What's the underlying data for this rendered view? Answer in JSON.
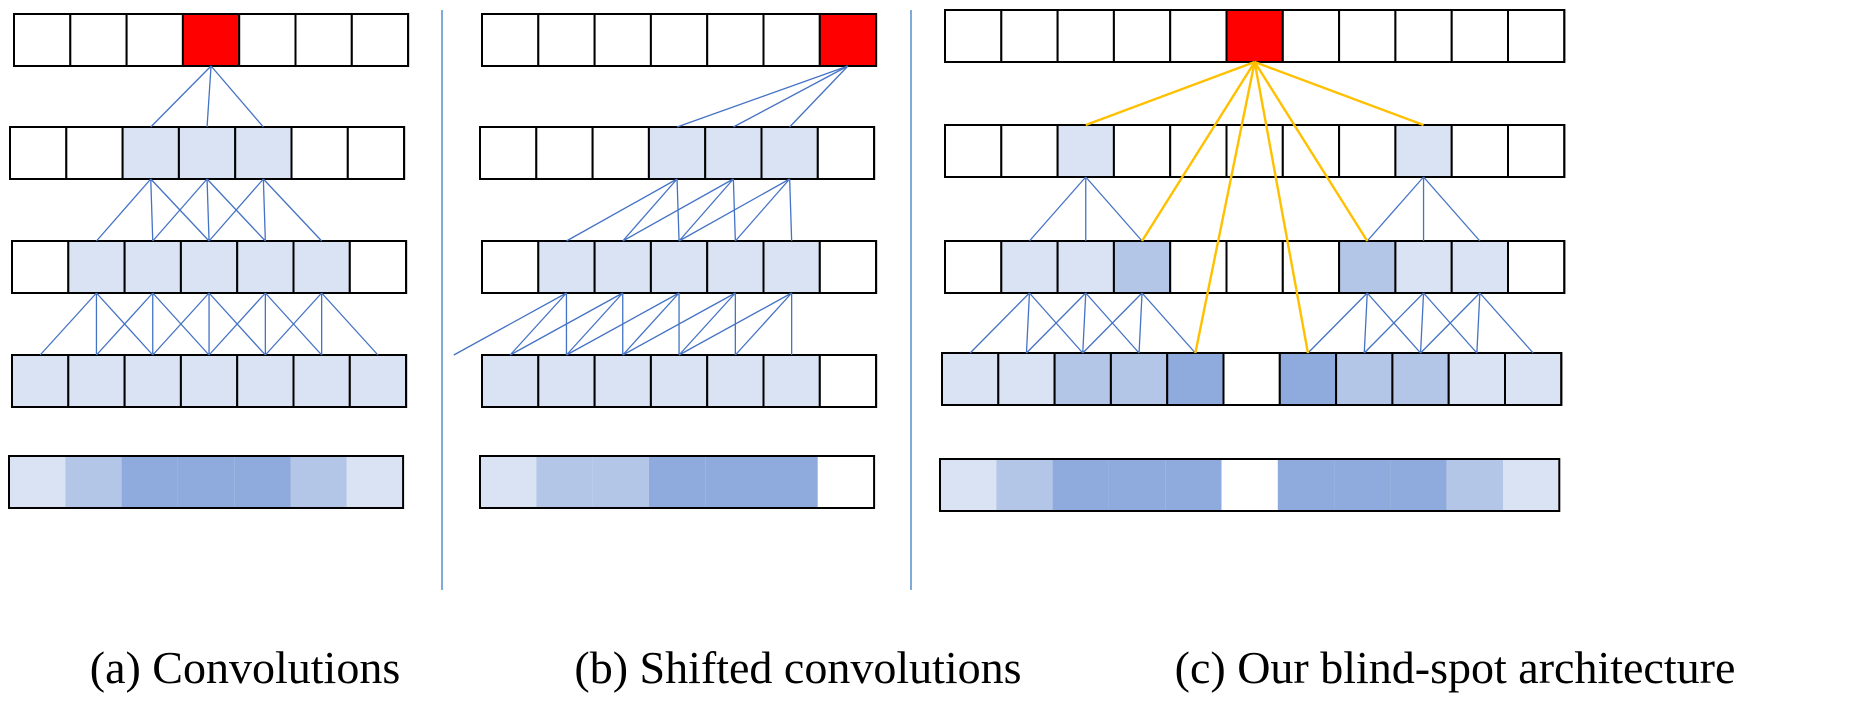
{
  "panels": [
    {
      "caption": "(a) Convolutions"
    },
    {
      "caption": "(b) Shifted convolutions"
    },
    {
      "caption": "(c) Our blind-spot architecture"
    }
  ],
  "colors": {
    "red": "#ff0000",
    "light": "#dae3f3",
    "mid": "#b4c6e7",
    "dark": "#8faadc",
    "blue_line": "#4472c4",
    "gold_line": "#ffc000",
    "divider": "#4a86c8",
    "outline": "#000000",
    "empty": "#ffffff"
  },
  "legend": "w=empty, r=red target pixel, l=light, m=mid, d=dark"
}
